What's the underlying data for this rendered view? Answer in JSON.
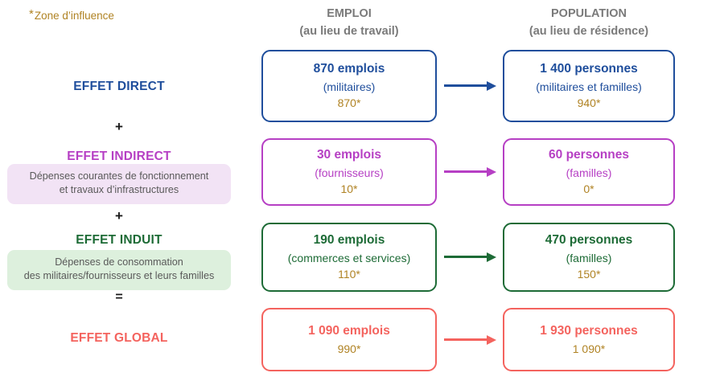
{
  "footnote": {
    "star": "*",
    "text": "Zone d’influence",
    "color": "#b08324"
  },
  "left_column": {
    "effects": [
      {
        "key": "direct",
        "title": "EFFET DIRECT",
        "color": "#1f4e9c",
        "description": null,
        "pill_bg": null
      },
      {
        "key": "indirect",
        "title": "EFFET INDIRECT",
        "color": "#b63fc4",
        "description_line1": "Dépenses courantes de fonctionnement",
        "description_line2": "et travaux d’infrastructures",
        "pill_bg": "#f2e3f5"
      },
      {
        "key": "induit",
        "title": "EFFET INDUIT",
        "color": "#1d6b36",
        "description_line1": "Dépenses de consommation",
        "description_line2": "des militaires/fournisseurs et leurs familles",
        "pill_bg": "#ddf0dd"
      },
      {
        "key": "global",
        "title": "EFFET GLOBAL",
        "color": "#f4635e",
        "description": null,
        "pill_bg": null
      }
    ],
    "operators": {
      "plus1": "+",
      "plus2": "+",
      "equal": "="
    }
  },
  "headers": {
    "employment": {
      "title": "EMPLOI",
      "subtitle": "(au lieu de travail)"
    },
    "population": {
      "title": "POPULATION",
      "subtitle": "(au lieu de résidence)"
    },
    "color": "#7a7a7a"
  },
  "chart_data": {
    "type": "diagram",
    "title": "Effets économiques : emploi et population",
    "columns": [
      "EMPLOI (au lieu de travail)",
      "POPULATION (au lieu de résidence)"
    ],
    "footnote_marker": "*",
    "footnote_meaning": "Zone d’influence",
    "rows": [
      {
        "effect": "EFFET DIRECT",
        "color": "#1f4e9c",
        "employment": {
          "main": "870 emplois",
          "detail": "(militaires)",
          "starred": "870*",
          "value": 870,
          "zone_value": 870
        },
        "population": {
          "main": "1 400 personnes",
          "detail": "(militaires et familles)",
          "starred": "940*",
          "value": 1400,
          "zone_value": 940
        }
      },
      {
        "effect": "EFFET INDIRECT",
        "color": "#b63fc4",
        "employment": {
          "main": "30 emplois",
          "detail": "(fournisseurs)",
          "starred": "10*",
          "value": 30,
          "zone_value": 10
        },
        "population": {
          "main": "60 personnes",
          "detail": "(familles)",
          "starred": "0*",
          "value": 60,
          "zone_value": 0
        }
      },
      {
        "effect": "EFFET INDUIT",
        "color": "#1d6b36",
        "employment": {
          "main": "190 emplois",
          "detail": "(commerces et services)",
          "starred": "110*",
          "value": 190,
          "zone_value": 110
        },
        "population": {
          "main": "470 personnes",
          "detail": "(familles)",
          "starred": "150*",
          "value": 470,
          "zone_value": 150
        }
      },
      {
        "effect": "EFFET GLOBAL",
        "color": "#f4635e",
        "employment": {
          "main": "1 090 emplois",
          "detail": "",
          "starred": "990*",
          "value": 1090,
          "zone_value": 990
        },
        "population": {
          "main": "1 930 personnes",
          "detail": "",
          "starred": "1 090*",
          "value": 1930,
          "zone_value": 1090
        }
      }
    ]
  }
}
